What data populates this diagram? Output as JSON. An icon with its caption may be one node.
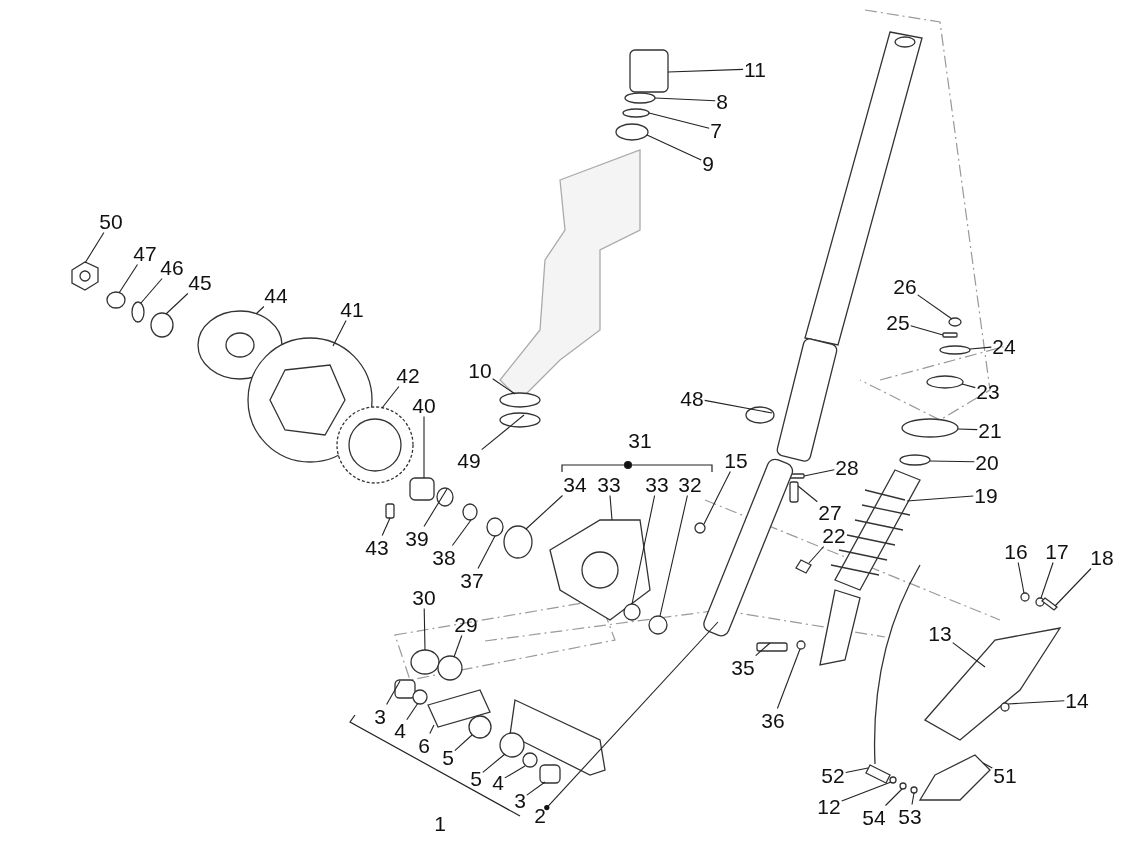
{
  "diagram": {
    "nodes": [
      {
        "text": [
          "11"
        ]
      },
      {
        "text": [
          "8"
        ]
      },
      {
        "text": [
          "7"
        ]
      },
      {
        "text": [
          "9"
        ]
      },
      {
        "text": [
          "50"
        ]
      },
      {
        "text": [
          "47"
        ]
      },
      {
        "text": [
          "46"
        ]
      },
      {
        "text": [
          "45"
        ]
      },
      {
        "text": [
          "26"
        ]
      },
      {
        "text": [
          "44"
        ]
      },
      {
        "text": [
          "41"
        ]
      },
      {
        "text": [
          "25"
        ]
      },
      {
        "text": [
          "24"
        ]
      },
      {
        "text": [
          "10"
        ]
      },
      {
        "text": [
          "42"
        ]
      },
      {
        "text": [
          "23"
        ]
      },
      {
        "text": [
          "48"
        ]
      },
      {
        "text": [
          "40"
        ]
      },
      {
        "text": [
          "21"
        ]
      },
      {
        "text": [
          "31"
        ]
      },
      {
        "text": [
          "15"
        ]
      },
      {
        "text": [
          "49"
        ]
      },
      {
        "text": [
          "20"
        ]
      },
      {
        "text": [
          "28"
        ]
      },
      {
        "text": [
          "34"
        ]
      },
      {
        "text": [
          "33"
        ]
      },
      {
        "text": [
          "33"
        ]
      },
      {
        "text": [
          "32"
        ]
      },
      {
        "text": [
          "19"
        ]
      },
      {
        "text": [
          "27"
        ]
      },
      {
        "text": [
          "39"
        ]
      },
      {
        "text": [
          "43"
        ]
      },
      {
        "text": [
          "22"
        ]
      },
      {
        "text": [
          "16"
        ]
      },
      {
        "text": [
          "17"
        ]
      },
      {
        "text": [
          "18"
        ]
      },
      {
        "text": [
          "38"
        ]
      },
      {
        "text": [
          "37"
        ]
      },
      {
        "text": [
          "30"
        ]
      },
      {
        "text": [
          "29"
        ]
      },
      {
        "text": [
          "13"
        ]
      },
      {
        "text": [
          "35"
        ]
      },
      {
        "text": [
          "14"
        ]
      },
      {
        "text": [
          "3"
        ]
      },
      {
        "text": [
          "36"
        ]
      },
      {
        "text": [
          "4"
        ]
      },
      {
        "text": [
          "6"
        ]
      },
      {
        "text": [
          "5"
        ]
      },
      {
        "text": [
          "52"
        ]
      },
      {
        "text": [
          "51"
        ]
      },
      {
        "text": [
          "5"
        ]
      },
      {
        "text": [
          "4"
        ]
      },
      {
        "text": [
          "3"
        ]
      },
      {
        "text": [
          "12"
        ]
      },
      {
        "text": [
          "2"
        ]
      },
      {
        "text": [
          "54"
        ]
      },
      {
        "text": [
          "53"
        ]
      },
      {
        "text": [
          "1"
        ]
      },
      {
        "text": [],
        "shape": "box"
      },
      {
        "text": [],
        "shape": "circle"
      },
      {
        "text": [],
        "shape": "circle"
      },
      {
        "text": [],
        "shape": "circle"
      },
      {
        "text": [],
        "shape": "picture"
      },
      {
        "text": [],
        "shape": "circle"
      },
      {
        "text": [],
        "shape": "circle"
      },
      {
        "text": [],
        "shape": "circle"
      },
      {
        "text": [],
        "shape": "circle"
      },
      {
        "text": [],
        "shape": "picture"
      },
      {
        "text": [],
        "shape": "picture"
      },
      {
        "text": [],
        "shape": "box"
      },
      {
        "text": [],
        "shape": "circle"
      },
      {
        "text": [],
        "shape": "circle"
      },
      {
        "text": [],
        "shape": "picture"
      },
      {
        "text": [],
        "shape": "circle"
      },
      {
        "text": [],
        "shape": "circle"
      },
      {
        "text": [],
        "shape": "box"
      },
      {
        "text": [],
        "shape": "circle"
      },
      {
        "text": [],
        "shape": "circle"
      },
      {
        "text": [],
        "shape": "circle"
      },
      {
        "text": [],
        "shape": "circle"
      },
      {
        "text": [],
        "shape": "box"
      },
      {
        "text": [],
        "shape": "circle"
      },
      {
        "text": [],
        "shape": "picture"
      },
      {
        "text": [],
        "shape": "circle"
      },
      {
        "text": [],
        "shape": "circle"
      },
      {
        "text": [],
        "shape": "picture"
      },
      {
        "text": [],
        "shape": "box"
      },
      {
        "text": [],
        "shape": "circle"
      },
      {
        "text": [],
        "shape": "box"
      },
      {
        "text": [],
        "shape": "picture"
      },
      {
        "text": [],
        "shape": "circle"
      },
      {
        "text": [],
        "shape": "circle"
      },
      {
        "text": [],
        "shape": "picture"
      },
      {
        "text": [],
        "shape": "circle"
      },
      {
        "text": [],
        "shape": "circle"
      },
      {
        "text": [],
        "shape": "circle"
      },
      {
        "text": [],
        "shape": "circle"
      },
      {
        "text": [],
        "shape": "picture"
      },
      {
        "text": [],
        "shape": "box"
      },
      {
        "text": [],
        "shape": "circle"
      },
      {
        "text": [],
        "shape": "box"
      },
      {
        "text": [],
        "shape": "circle"
      },
      {
        "text": [],
        "shape": "circle"
      },
      {
        "text": [],
        "shape": "picture"
      },
      {
        "text": [],
        "shape": "circle"
      },
      {
        "text": [],
        "shape": "picture"
      },
      {
        "text": [],
        "shape": "picture"
      },
      {
        "text": [],
        "shape": "circle"
      },
      {
        "text": [],
        "shape": "circle"
      },
      {
        "text": [],
        "shape": "box"
      },
      {
        "text": [],
        "shape": "circle"
      },
      {
        "text": [],
        "shape": "picture"
      },
      {
        "text": [],
        "shape": "circle"
      },
      {
        "text": [],
        "shape": "circle"
      }
    ],
    "edges": [
      {
        "from": 0,
        "to": 58,
        "arrow": "none"
      },
      {
        "from": 1,
        "to": 59,
        "arrow": "none"
      },
      {
        "from": 2,
        "to": 60,
        "arrow": "none"
      },
      {
        "from": 3,
        "to": 61,
        "arrow": "none"
      },
      {
        "from": 4,
        "to": 62,
        "arrow": "none"
      },
      {
        "from": 5,
        "to": 63,
        "arrow": "none"
      },
      {
        "from": 6,
        "to": 64,
        "arrow": "none"
      },
      {
        "from": 7,
        "to": 65,
        "arrow": "none"
      },
      {
        "from": 8,
        "to": 66,
        "arrow": "none"
      },
      {
        "from": 9,
        "to": 67,
        "arrow": "none"
      },
      {
        "from": 10,
        "to": 68,
        "arrow": "none"
      },
      {
        "from": 11,
        "to": 69,
        "arrow": "none"
      },
      {
        "from": 12,
        "to": 70,
        "arrow": "none"
      },
      {
        "from": 13,
        "to": 71,
        "arrow": "none"
      },
      {
        "from": 14,
        "to": 72,
        "arrow": "none"
      },
      {
        "from": 15,
        "to": 73,
        "arrow": "none"
      },
      {
        "from": 16,
        "to": 74,
        "arrow": "none"
      },
      {
        "from": 17,
        "to": 75,
        "arrow": "none"
      },
      {
        "from": 18,
        "to": 76,
        "arrow": "none"
      },
      {
        "from": 20,
        "to": 77,
        "arrow": "none"
      },
      {
        "from": 21,
        "to": 78,
        "arrow": "none"
      },
      {
        "from": 22,
        "to": 79,
        "arrow": "none"
      },
      {
        "from": 23,
        "to": 80,
        "arrow": "none"
      },
      {
        "from": 24,
        "to": 81,
        "arrow": "none"
      },
      {
        "from": 25,
        "to": 82,
        "arrow": "none"
      },
      {
        "from": 26,
        "to": 83,
        "arrow": "none"
      },
      {
        "from": 27,
        "to": 84,
        "arrow": "none"
      },
      {
        "from": 28,
        "to": 85,
        "arrow": "none"
      },
      {
        "from": 29,
        "to": 86,
        "arrow": "none"
      },
      {
        "from": 30,
        "to": 87,
        "arrow": "none"
      },
      {
        "from": 31,
        "to": 88,
        "arrow": "none"
      },
      {
        "from": 32,
        "to": 89,
        "arrow": "none"
      },
      {
        "from": 33,
        "to": 90,
        "arrow": "none"
      },
      {
        "from": 34,
        "to": 91,
        "arrow": "none"
      },
      {
        "from": 35,
        "to": 92,
        "arrow": "none"
      },
      {
        "from": 36,
        "to": 93,
        "arrow": "none"
      },
      {
        "from": 37,
        "to": 94,
        "arrow": "none"
      },
      {
        "from": 38,
        "to": 95,
        "arrow": "none"
      },
      {
        "from": 39,
        "to": 96,
        "arrow": "none"
      },
      {
        "from": 40,
        "to": 97,
        "arrow": "none"
      },
      {
        "from": 41,
        "to": 98,
        "arrow": "none"
      },
      {
        "from": 42,
        "to": 99,
        "arrow": "none"
      },
      {
        "from": 43,
        "to": 100,
        "arrow": "none"
      },
      {
        "from": 44,
        "to": 101,
        "arrow": "none"
      },
      {
        "from": 45,
        "to": 102,
        "arrow": "none"
      },
      {
        "from": 46,
        "to": 103,
        "arrow": "none"
      },
      {
        "from": 47,
        "to": 104,
        "arrow": "none"
      },
      {
        "from": 48,
        "to": 105,
        "arrow": "none"
      },
      {
        "from": 49,
        "to": 106,
        "arrow": "none"
      },
      {
        "from": 50,
        "to": 107,
        "arrow": "none"
      },
      {
        "from": 51,
        "to": 108,
        "arrow": "none"
      },
      {
        "from": 52,
        "to": 109,
        "arrow": "none"
      },
      {
        "from": 53,
        "to": 110,
        "arrow": "none"
      },
      {
        "from": 54,
        "to": 111,
        "arrow": "other"
      },
      {
        "from": 55,
        "to": 112,
        "arrow": "none"
      },
      {
        "from": 56,
        "to": 113,
        "arrow": "none"
      }
    ]
  }
}
